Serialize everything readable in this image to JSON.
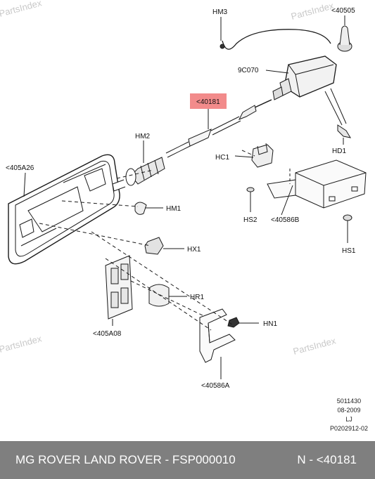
{
  "watermark": "PartsIndex",
  "labels": {
    "hm3": "HM3",
    "p40505": "<40505",
    "c9c070": "9C070",
    "p40181": "<40181",
    "hm2": "HM2",
    "hc1": "HC1",
    "hd1": "HD1",
    "p405a26": "<405A26",
    "hm1": "HM1",
    "hs2": "HS2",
    "p40586b": "<40586B",
    "hs1": "HS1",
    "hx1": "HX1",
    "hr1": "HR1",
    "hn1": "HN1",
    "p405a08": "<405A08",
    "p40586a": "<40586A"
  },
  "meta": {
    "line1": "5011430",
    "line2": "08-2009",
    "line3": "LJ",
    "line4": "P0202912-02"
  },
  "footer": {
    "title": "MG ROVER LAND ROVER - FSP000010",
    "part": "N - <40181"
  },
  "colors": {
    "highlight": "#f28b8b",
    "footer_bg": "#7f7f7f"
  }
}
